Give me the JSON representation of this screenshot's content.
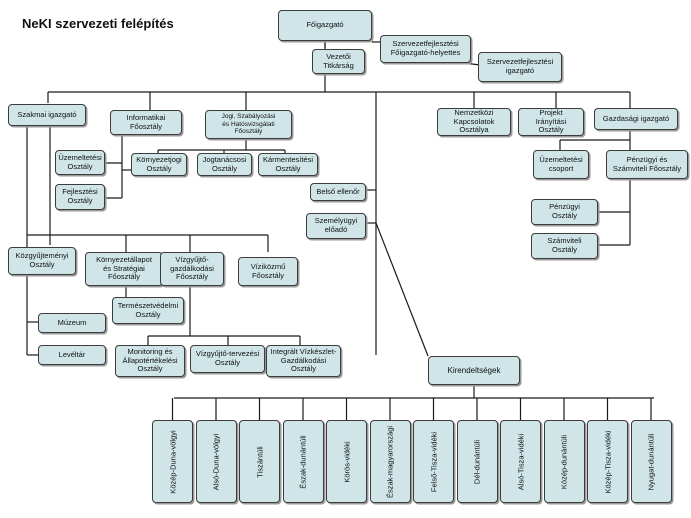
{
  "title": "NeKI szervezeti felépítés",
  "nodes": {
    "foigazgato": "Főigazgató",
    "vezetoi_titkarsag": "Vezetői\nTitkárság",
    "szf_foig_h": "Szervezetfejlesztési\nFőigazgató-helyettes",
    "szf_igazgato": "Szervezetfejlesztési\nigazgató",
    "szakmai_igazgato": "Szakmai igazgató",
    "informatikai": "Informatikai\nFőosztály",
    "jogi": "Jogi, Szabályozási\nés Hatósvizsgálati\nFőosztály",
    "nemzetkozi": "Nemzetközi\nKapcsolatok\nOsztálya",
    "projekt": "Projekt\nIrányítási\nOsztály",
    "gazdasagi": "Gazdasági igazgató",
    "uzemeltetesi_osztaly": "Üzemeltetési\nOsztály",
    "fejlesztesi_osztaly": "Fejlesztési\nOsztály",
    "kornyezetjogi": "Környezetjogi\nOsztály",
    "jogtanacsosi": "Jogtanácsosi\nOsztály",
    "karmentesitesi": "Kármentesítési\nOsztály",
    "belso_ellenor": "Belső ellenőr",
    "szemelyugyi": "Személyügyi\nelőadó",
    "uzemeltetesi_csoport": "Üzemeltetési\ncsoport",
    "penzugyi_fo": "Pénzügyi és\nSzámviteli Főosztály",
    "penzugyi_osztaly": "Pénzügyi\nOsztály",
    "szamviteli_osztaly": "Számviteli\nOsztály",
    "kozgyujtemenyi": "Közgyűjteményi\nOsztály",
    "kornyezetallapot": "Környezetállapot\nés Stratégiai\nFőosztály",
    "vizgyujto_gazd": "Vízgyűjtő-\ngazdálkodási\nFőosztály",
    "vizikozmu": "Víziközmű\nFőosztály",
    "muzeum": "Múzeum",
    "leveltar": "Levéltár",
    "termeszetvedelmi": "Természetvédelmi\nOsztály",
    "monitoring": "Monitoring és\nÁllapotértékelési\nOsztály",
    "vizgyujto_terv": "Vízgyűjtő-tervezési\nOsztály",
    "integralt": "Integrált Vízkészlet-\nGazdálkodási\nOsztály",
    "kirendeltsegek": "Kirendeltségek"
  },
  "branches": [
    "Közép-Duna-völgyi",
    "Alsó-Duna-völgyi",
    "Tiszántúli",
    "Észak-dunántúli",
    "Körös-vidéki",
    "Észak-magyarországi",
    "Felső-Tisza-vidéki",
    "Dél-dunántúli",
    "Alsó-Tisza-vidéki",
    "Közép-dunántúli",
    "Közép-Tisza-vidéki",
    "Nyugat-dunántúli"
  ],
  "colors": {
    "box_fill": "#cfe5e8",
    "box_border": "#3c3c3c",
    "line": "#1a1a1a"
  }
}
